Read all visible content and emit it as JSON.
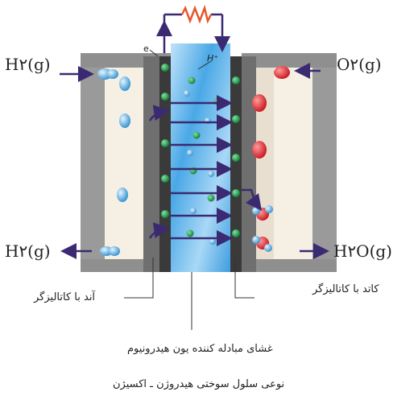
{
  "labels": {
    "h2_in": "H۲(g)",
    "o2_in": "O۲(g)",
    "h2_out": "H۲(g)",
    "h2o_out": "H۲O(g)",
    "anode": "آند با کاتالیزگر",
    "cathode": "کاتد با کاتالیزگر",
    "membrane": "غشای مبادله کننده یون هیدرونیوم",
    "proton": "H⁺",
    "electron": "e",
    "caption": "نوعی سلول سوختی هیدروژن ـ اکسیژن"
  },
  "colors": {
    "hydrogen": "#3a9fd8",
    "oxygen": "#d9232a",
    "catalyst": "#1f9a4a",
    "arrow": "#3b2a72",
    "membrane": "#7fc4ef",
    "plate": "#9a9a9a",
    "resistor": "#e8572a"
  }
}
